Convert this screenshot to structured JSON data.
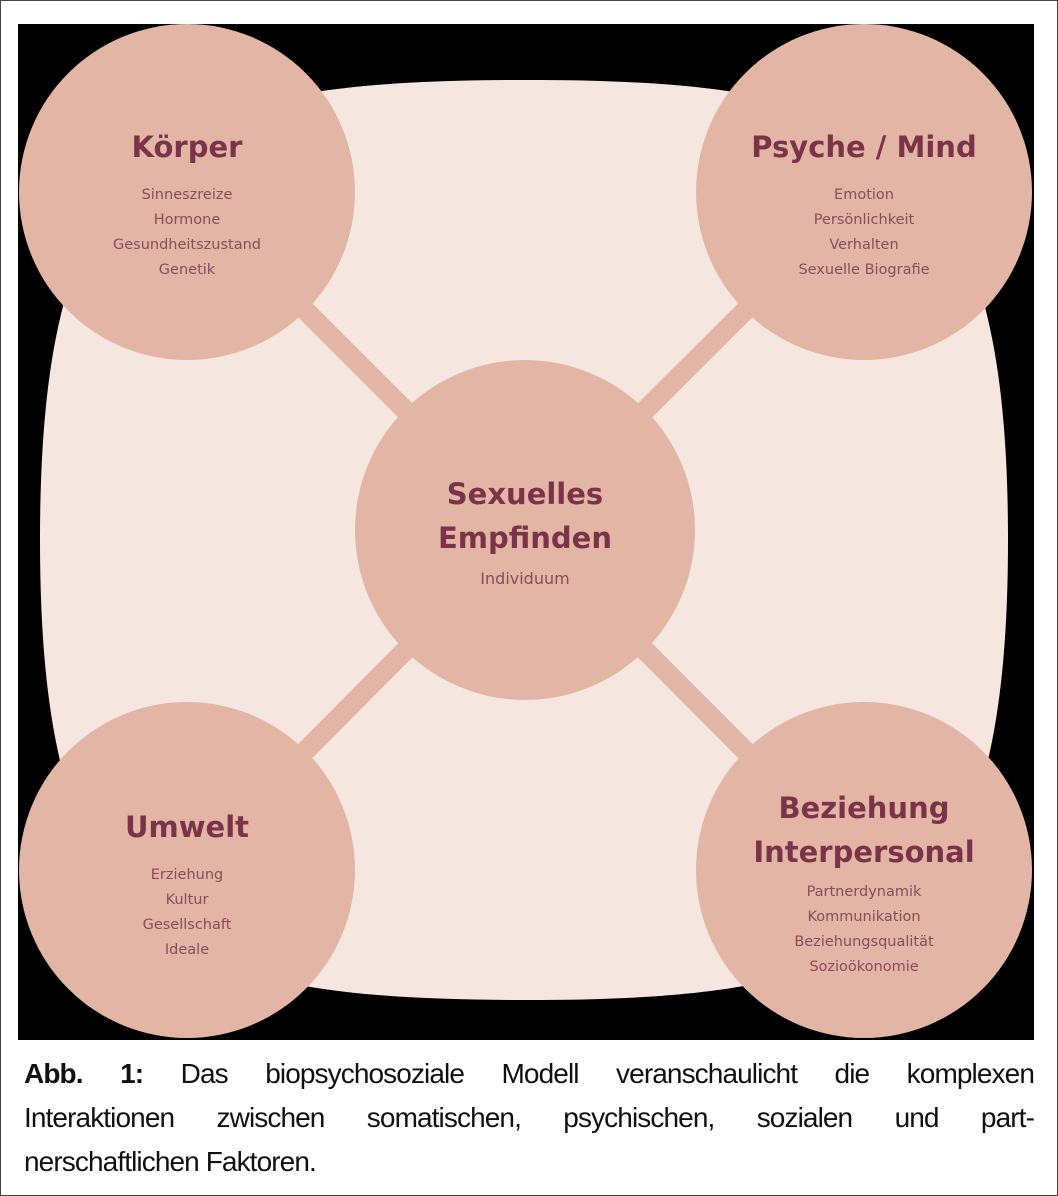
{
  "colors": {
    "background": "#000000",
    "squircle": "#f5e7e0",
    "circle": "#e2b5a4",
    "title": "#7b3349",
    "item": "#8b4b5c"
  },
  "nodes": {
    "koerper": {
      "title": "Körper",
      "items": [
        "Sinneszreize",
        "Hormone",
        "Gesundheitszustand",
        "Genetik"
      ]
    },
    "psyche": {
      "title": "Psyche / Mind",
      "items": [
        "Emotion",
        "Persönlichkeit",
        "Verhalten",
        "Sexuelle Biografie"
      ]
    },
    "center": {
      "title_lines": [
        "Sexuelles",
        "Empfinden"
      ],
      "subtitle": "Individuum"
    },
    "umwelt": {
      "title": "Umwelt",
      "items": [
        "Erziehung",
        "Kultur",
        "Gesellschaft",
        "Ideale"
      ]
    },
    "beziehung": {
      "title_lines": [
        "Beziehung",
        "Interpersonal"
      ],
      "items": [
        "Partnerdynamik",
        "Kommunikation",
        "Beziehungsqualität",
        "Sozioökonomie"
      ]
    }
  },
  "caption": {
    "label": "Abb. 1:",
    "lines": [
      "Das biopsychosoziale Modell veranschaulicht die komplexen",
      "Interaktionen zwischen somatischen, psychischen, sozialen und part-",
      "nerschaftlichen Faktoren."
    ]
  }
}
